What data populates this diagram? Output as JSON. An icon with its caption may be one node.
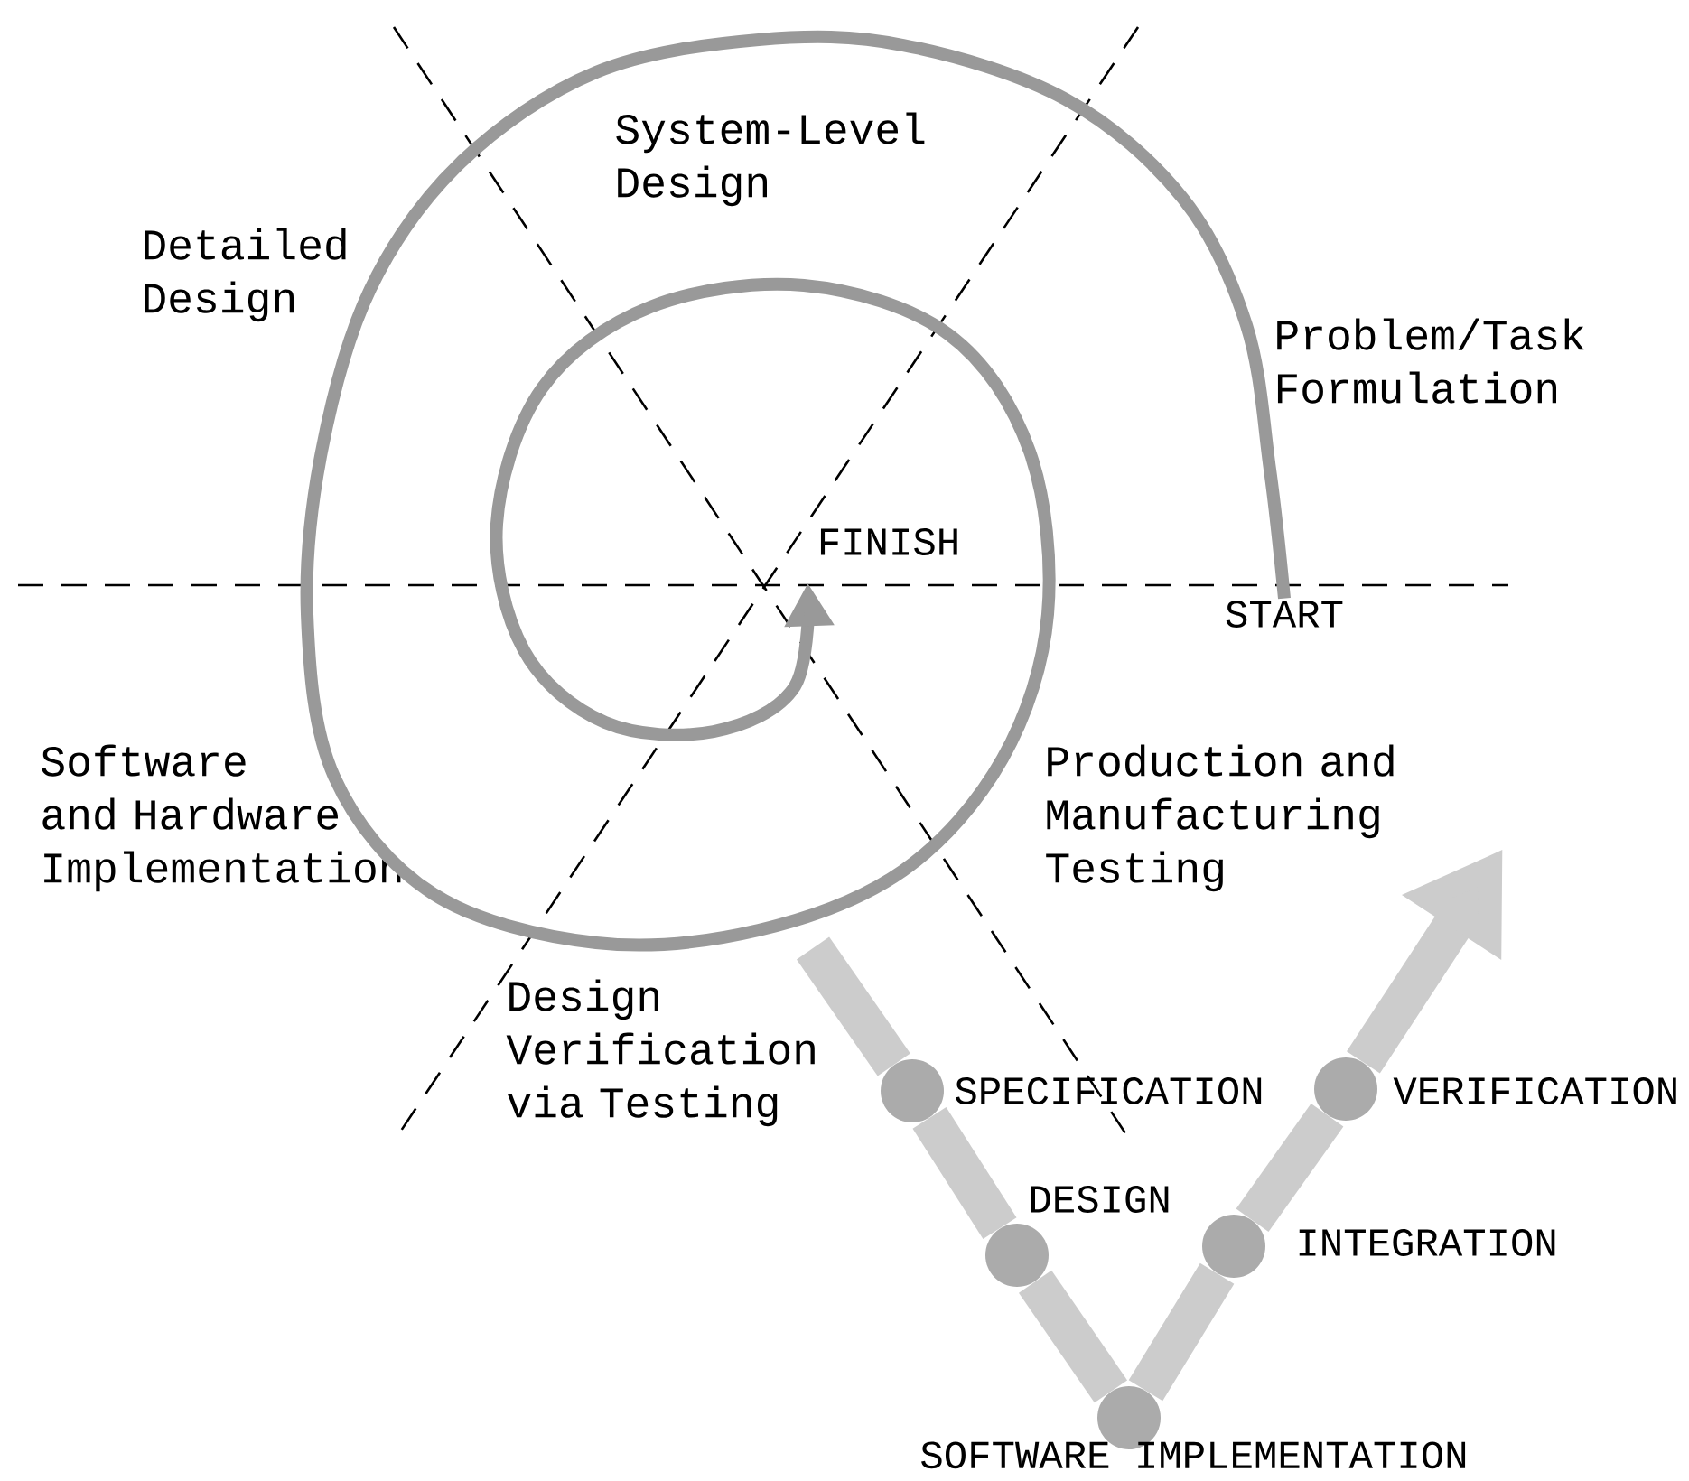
{
  "diagram": {
    "nodes": [
      {
        "text": [],
        "shape": "circle",
        "beside": [
          "SPECIFICATION"
        ]
      },
      {
        "text": [],
        "shape": "circle",
        "beside": [
          "DESIGN"
        ]
      },
      {
        "text": [],
        "shape": "circle",
        "beside": [
          "SOFTWARE IMPLEMENTATION"
        ]
      },
      {
        "text": [],
        "shape": "circle",
        "beside": [
          "INTEGRATION"
        ]
      },
      {
        "text": [],
        "shape": "circle",
        "beside": [
          "VERIFICATION"
        ]
      },
      {
        "text": [
          "START"
        ]
      },
      {
        "text": [
          "FINISH"
        ]
      }
    ],
    "edges": [
      {
        "from": null,
        "to": 0,
        "arrow": "none"
      },
      {
        "from": 0,
        "to": 1,
        "arrow": "none"
      },
      {
        "from": 1,
        "to": 2,
        "arrow": "none"
      },
      {
        "from": 2,
        "to": 3,
        "arrow": "none"
      },
      {
        "from": 3,
        "to": 4,
        "arrow": "none"
      },
      {
        "from": 4,
        "to": null,
        "arrow": "to"
      },
      {
        "from": 5,
        "to": 6,
        "arrow": "to",
        "color": "#999999"
      }
    ],
    "labels": [
      "System-Level Design",
      "Detailed Design",
      "Problem/Task Formulation",
      "Software and Hardware Implementation",
      "Production and Manufacturing Testing",
      "Design Verification via Testing"
    ]
  }
}
